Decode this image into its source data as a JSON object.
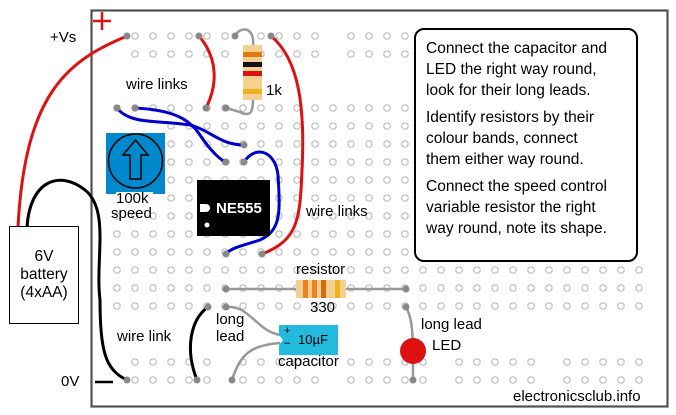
{
  "title": "NE555 flasher stripboard layout",
  "colors": {
    "red_wire": "#dd1111",
    "blue_wire": "#0000cc",
    "black_wire": "#000000",
    "lead_grey": "#999999",
    "hole_outline": "#aaaaaa",
    "pot_blue": "#0088cc",
    "cap_cyan": "#22bbdd",
    "led_red": "#dd1111",
    "resistor_body": "#f5d090"
  },
  "rails": {
    "positive_label": "+Vs",
    "positive_symbol": "+",
    "negative_label": "0V",
    "negative_symbol": "−"
  },
  "battery": {
    "text": "6V\nbattery\n(4xAA)"
  },
  "labels": {
    "wire_links_top": "wire links",
    "wire_links_right": "wire links",
    "wire_link_bottom": "wire link",
    "resistor_1k": "1k",
    "resistor_330_title": "resistor",
    "resistor_330_value": "330",
    "pot_value": "100k",
    "pot_name": "speed",
    "chip": "NE555",
    "cap_long_lead": "long\nlead",
    "cap_value": "10µF",
    "cap_plus": "+",
    "cap_minus": "–",
    "cap_name": "capacitor",
    "led_long_lead": "long lead",
    "led_name": "LED",
    "credit": "electronicsclub.info"
  },
  "notes": [
    "Connect the capacitor and\nLED the right way round,\nlook for their long leads.",
    "Identify resistors by their\ncolour bands, connect\nthem either way round.",
    "Connect the speed control\nvariable resistor the right\nway round, note its shape."
  ],
  "components": {
    "resistor_1k_bands": [
      "#e07a10",
      "#111111",
      "#dd1111",
      "#f0b020"
    ],
    "resistor_330_bands": [
      "#f08020",
      "#f08020",
      "#d07010",
      "#f0b020"
    ]
  }
}
